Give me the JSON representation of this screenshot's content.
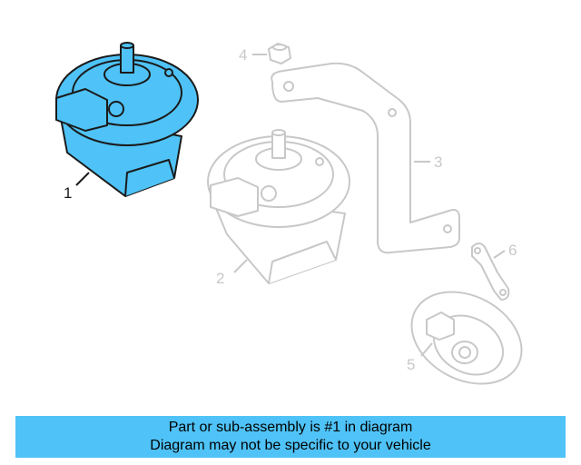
{
  "colors": {
    "highlight": "#4fc3f7",
    "ghost": "#c8c8c8",
    "outline": "#1a1a1a",
    "banner_bg": "#4fc3f7"
  },
  "parts": [
    {
      "number": "1",
      "name": "horn",
      "highlighted": true
    },
    {
      "number": "2",
      "name": "horn",
      "highlighted": false
    },
    {
      "number": "3",
      "name": "bracket",
      "highlighted": false
    },
    {
      "number": "4",
      "name": "nut",
      "highlighted": false
    },
    {
      "number": "5",
      "name": "horn",
      "highlighted": false
    },
    {
      "number": "6",
      "name": "bracket",
      "highlighted": false
    }
  ],
  "banner": {
    "line1": "Part or sub-assembly is #1 in diagram",
    "line2": "Diagram may not be specific to your vehicle"
  }
}
